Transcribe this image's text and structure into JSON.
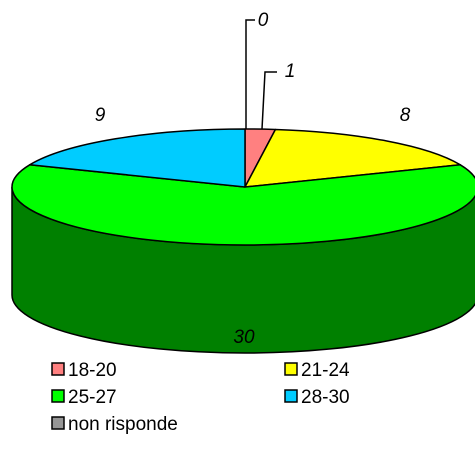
{
  "chart_data": {
    "type": "pie",
    "style": "3d",
    "categories": [
      "18-20",
      "21-24",
      "25-27",
      "28-30",
      "non risponde"
    ],
    "values": [
      1,
      8,
      30,
      9,
      0
    ],
    "data_labels": [
      "1",
      "8",
      "30",
      "9",
      "0"
    ],
    "colors": [
      "#ff8080",
      "#ffff00",
      "#00ff00",
      "#00ccff",
      "#969696"
    ],
    "side_colors": [
      "#b35a5a",
      "#b3b300",
      "#008000",
      "#008fb3",
      "#696969"
    ],
    "title": "",
    "legend_position": "bottom"
  }
}
